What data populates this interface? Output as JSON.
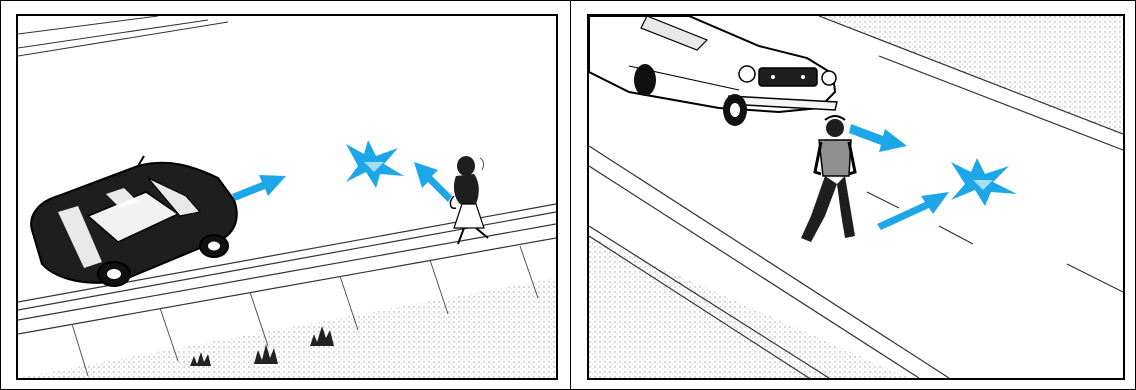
{
  "panels": [
    {
      "id": "left",
      "scene": "car-approaching-pedestrian-on-sidewalk",
      "icons": [
        "car-icon",
        "pedestrian-icon",
        "arrow-icon",
        "collision-burst-icon"
      ]
    },
    {
      "id": "right",
      "scene": "pedestrian-crossing-in-front-of-car",
      "icons": [
        "car-icon",
        "pedestrian-icon",
        "arrow-icon",
        "collision-burst-icon"
      ]
    }
  ],
  "colors": {
    "frame": "#000000",
    "background": "#ffffff",
    "vehicle": "#1e1e1e",
    "arrow": "#1ea7e8",
    "burst": "#1ea7e8",
    "texture": "#9a9a9a",
    "shirt": "#8f8f8f"
  }
}
